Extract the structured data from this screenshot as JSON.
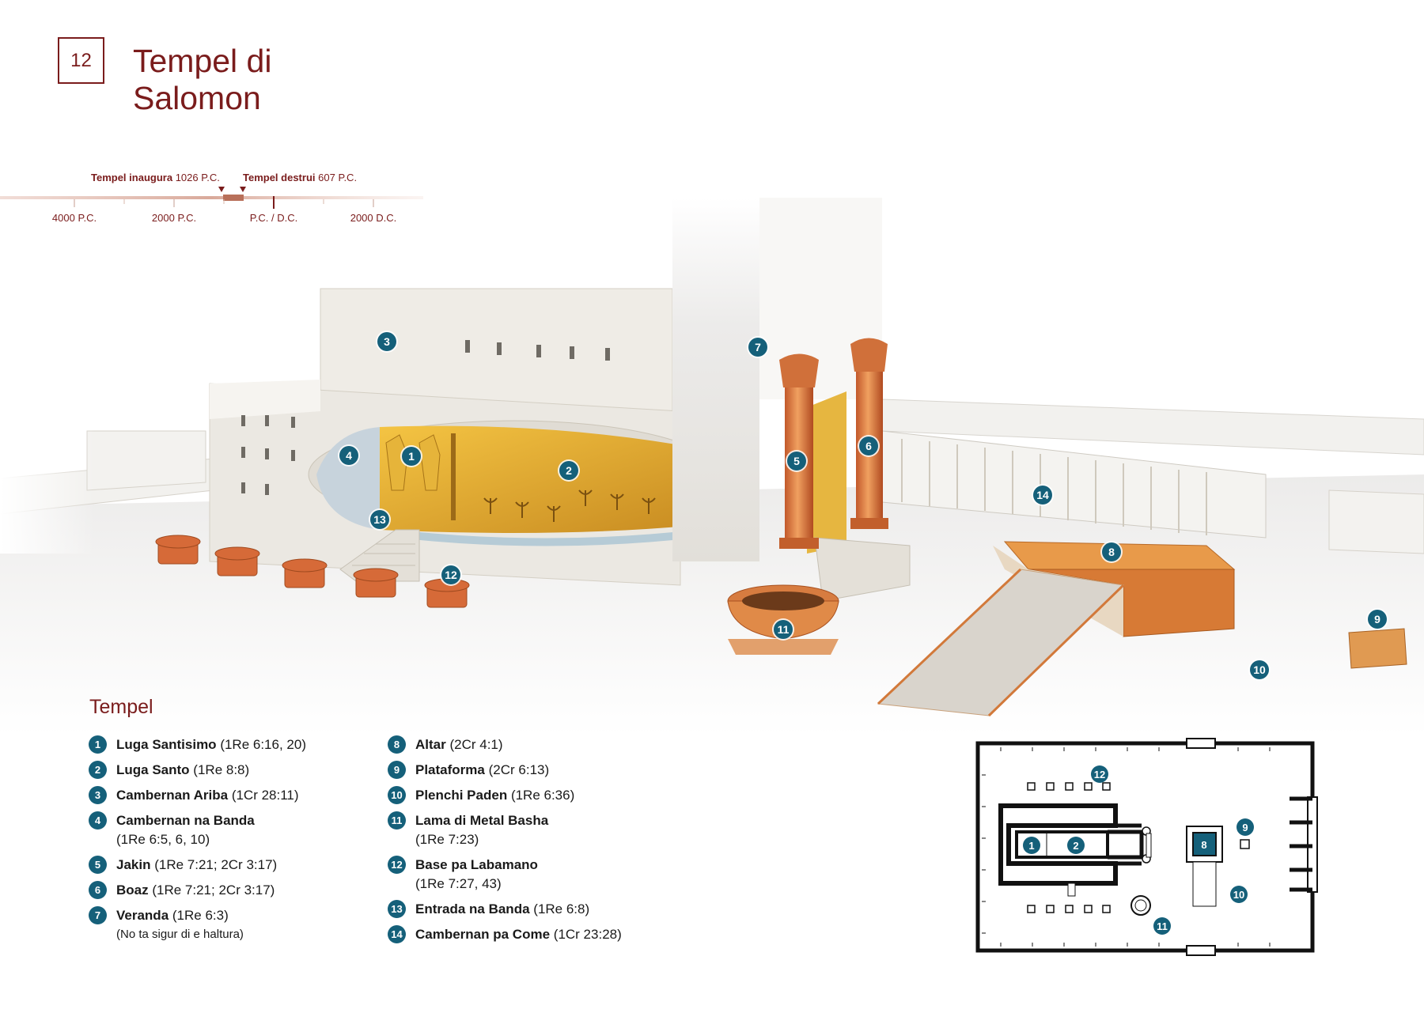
{
  "page": {
    "number": "12",
    "title_line1": "Tempel di",
    "title_line2": "Salomon"
  },
  "timeline": {
    "event1": {
      "label": "Tempel inaugura",
      "date": "1026 P.C."
    },
    "event2": {
      "label": "Tempel destrui",
      "date": "607 P.C."
    },
    "ticks": [
      "4000 P.C.",
      "2000 P.C.",
      "P.C. / D.C.",
      "2000 D.C."
    ]
  },
  "markers": [
    "1",
    "2",
    "3",
    "4",
    "5",
    "6",
    "7",
    "8",
    "9",
    "10",
    "11",
    "12",
    "13",
    "14"
  ],
  "legend": {
    "title": "Tempel",
    "items": [
      {
        "num": "1",
        "name": "Luga Santisimo",
        "ref": "(1Re 6:16, 20)"
      },
      {
        "num": "2",
        "name": "Luga Santo",
        "ref": "(1Re 8:8)"
      },
      {
        "num": "3",
        "name": "Cambernan Ariba",
        "ref": "(1Cr 28:11)"
      },
      {
        "num": "4",
        "name": "Cambernan na Banda",
        "ref": "(1Re 6:5, 6, 10)"
      },
      {
        "num": "5",
        "name": "Jakin",
        "ref": "(1Re 7:21; 2Cr 3:17)"
      },
      {
        "num": "6",
        "name": "Boaz",
        "ref": "(1Re 7:21; 2Cr 3:17)"
      },
      {
        "num": "7",
        "name": "Veranda",
        "ref": "(1Re 6:3)",
        "note": "(No ta sigur di e haltura)"
      },
      {
        "num": "8",
        "name": "Altar",
        "ref": "(2Cr 4:1)"
      },
      {
        "num": "9",
        "name": "Plataforma",
        "ref": "(2Cr 6:13)"
      },
      {
        "num": "10",
        "name": "Plenchi Paden",
        "ref": "(1Re 6:36)"
      },
      {
        "num": "11",
        "name": "Lama di Metal Basha",
        "ref": "(1Re 7:23)"
      },
      {
        "num": "12",
        "name": "Base pa Labamano",
        "ref": "(1Re 7:27, 43)"
      },
      {
        "num": "13",
        "name": "Entrada na Banda",
        "ref": "(1Re 6:8)"
      },
      {
        "num": "14",
        "name": "Cambernan pa Come",
        "ref": "(1Cr 23:28)"
      }
    ]
  },
  "colors": {
    "accent": "#7a1c1c",
    "marker": "#15607a",
    "gold": "#e0a63a",
    "bronze": "#d9783a",
    "stone": "#ece9e2"
  }
}
